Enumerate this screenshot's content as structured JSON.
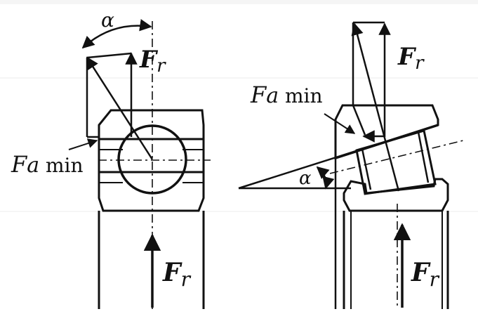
{
  "colors": {
    "ink": "#111111",
    "ghost_text": "#d6d6d6",
    "background": "#ffffff"
  },
  "left_bearing": {
    "alpha_label": "α",
    "fr_top": {
      "main": "F",
      "sub": "r"
    },
    "fr_bottom": {
      "main": "F",
      "sub": "r"
    },
    "fa_min": {
      "main": "F",
      "sub": "a",
      "suffix": " min"
    }
  },
  "right_bearing": {
    "alpha_label": "α",
    "fr_top": {
      "main": "F",
      "sub": "r"
    },
    "fr_bottom": {
      "main": "F",
      "sub": "r"
    },
    "fa_min": {
      "main": "F",
      "sub": "a",
      "suffix": " min"
    }
  }
}
